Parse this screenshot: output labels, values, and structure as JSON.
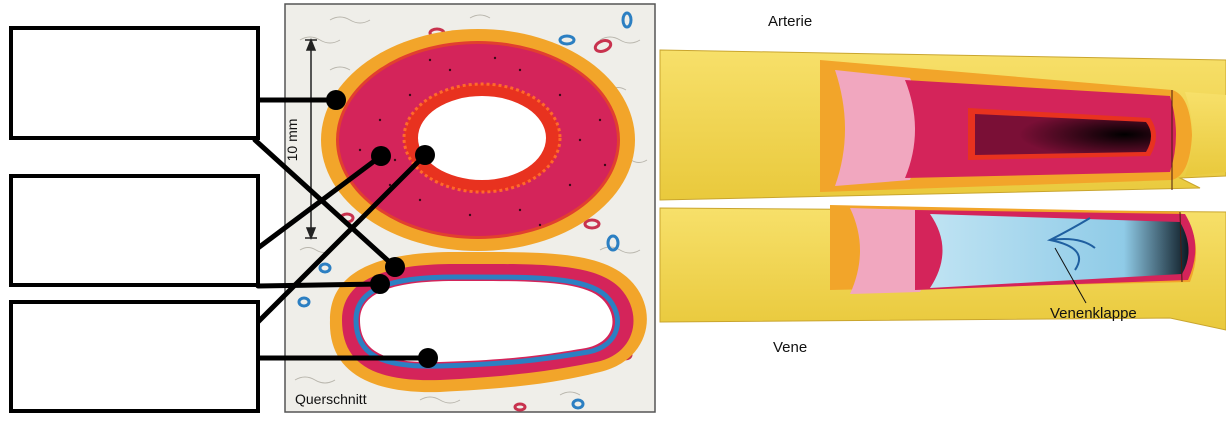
{
  "cross_section": {
    "scale_label": "10 mm",
    "caption": "Querschnitt"
  },
  "longitudinal": {
    "artery_label": "Arterie",
    "vein_label": "Vene",
    "valve_label": "Venenklappe"
  },
  "answer_boxes": [
    {
      "value": ""
    },
    {
      "value": ""
    },
    {
      "value": ""
    }
  ],
  "colors": {
    "adventitia": "#f2a52a",
    "media": "#d4245a",
    "intima": "#e8321f",
    "vein_intima": "#2c7fc2",
    "outer_tissue": "#f4d94e",
    "pink_layer": "#f1a7bf",
    "valve_blue": "#a9d9ef",
    "background_tissue": "#efeee9"
  }
}
